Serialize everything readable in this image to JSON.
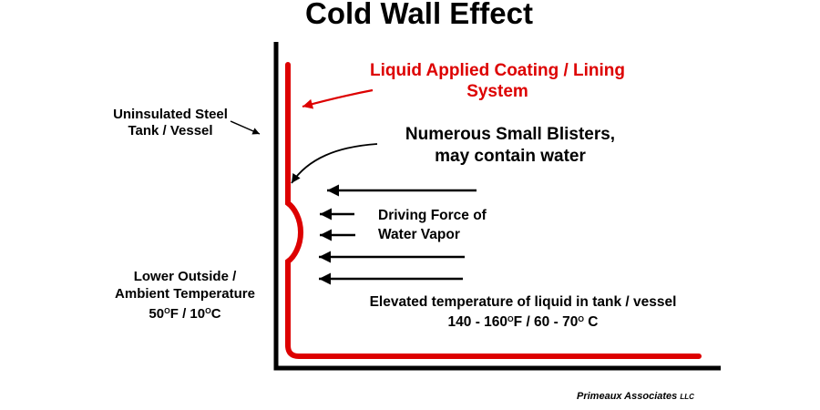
{
  "title": "Cold Wall Effect",
  "labels": {
    "coating": {
      "line1": "Liquid Applied Coating / Lining",
      "line2": "System"
    },
    "blisters": {
      "line1": "Numerous Small Blisters,",
      "line2": "may contain water"
    },
    "driving_force": {
      "line1": "Driving Force of",
      "line2": "Water Vapor"
    },
    "uninsulated": {
      "line1": "Uninsulated Steel",
      "line2": "Tank / Vessel"
    },
    "ambient": {
      "line1": "Lower Outside /",
      "line2": "Ambient Temperature",
      "temp": {
        "a": "50",
        "deg1": "O",
        "b": "F / 10",
        "deg2": "O",
        "c": "C"
      }
    },
    "elevated": {
      "line1": "Elevated temperature of liquid in tank / vessel",
      "temp": {
        "a": "140 - 160",
        "deg1": "O",
        "b": "F / 60 - 70",
        "deg2": "O",
        "c": " C"
      }
    }
  },
  "footer": {
    "company": "Primeaux Associates",
    "suffix": "LLC"
  },
  "colors": {
    "steel": "#000000",
    "coating": "#dd0000"
  }
}
